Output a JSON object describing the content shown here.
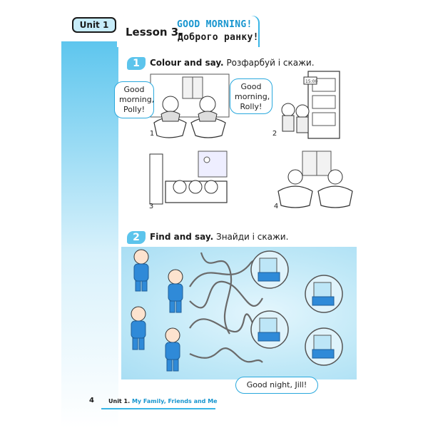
{
  "header": {
    "unit_badge": "Unit 1",
    "lesson_label": "Lesson 3.",
    "lesson_title_en": "GOOD MORNING!",
    "lesson_title_ua": "Доброго ранку!"
  },
  "task1": {
    "number": "1",
    "title": "Colour and say.",
    "instruction_ua": "Розфарбуй і скажи.",
    "pictures": [
      {
        "number": "1"
      },
      {
        "number": "2"
      },
      {
        "number": "3"
      },
      {
        "number": "4"
      }
    ],
    "bubbles": {
      "left": "Good morning, Polly!",
      "right": "Good morning, Rolly!"
    }
  },
  "task2": {
    "number": "2",
    "title": "Find and say.",
    "instruction_ua": "Знайди і скажи.",
    "bubble": "Good night, Jill!"
  },
  "footer": {
    "page_number": "4",
    "unit": "Unit 1.",
    "unit_title": "My Family, Friends and Me"
  },
  "colors": {
    "accent": "#38b5e6",
    "title_blue": "#1795cf",
    "pajama_blue": "#2f8ad8"
  }
}
